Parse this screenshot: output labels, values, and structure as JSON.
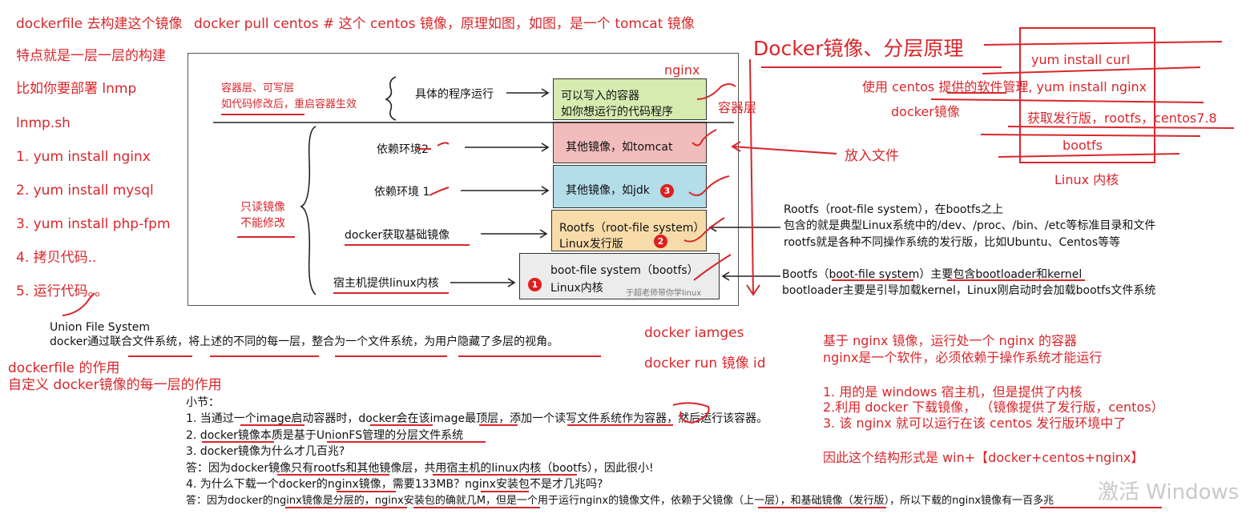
{
  "left_notes": {
    "line1": "dockerfile 去构建这个镜像",
    "line2": "特点就是一层一层的构建",
    "line3": "比如你要部署 lnmp",
    "line4": "lnmp.sh",
    "steps": [
      "1.  yum install nginx",
      "2. yum install mysql",
      "3. yum install php-fpm",
      "4.  拷贝代码..",
      "5. 运行代码。。"
    ]
  },
  "top_header": "docker pull centos   # 这个 centos 镜像，原理如图，如图，是一个 tomcat 镜像",
  "diagram": {
    "left_labels": {
      "container_layer": "容器层、可写层",
      "container_note": "如代码修改后，重启容器生效",
      "readonly_line1": "只读镜像",
      "readonly_line2": "不能修改"
    },
    "mid_labels": [
      "具体的程序运行",
      "依赖环境2",
      "依赖环境 1",
      "docker获取基础镜像",
      "宿主机提供linux内核"
    ],
    "layers": [
      {
        "line1": "可以写入的容器",
        "line2": "如你想运行的代码程序",
        "color": "#d6ebb0"
      },
      {
        "line1": "其他镜像，如tomcat",
        "line2": "",
        "color": "#f2bcbc"
      },
      {
        "line1": "其他镜像，如jdk",
        "line2": "",
        "color": "#b3dde8"
      },
      {
        "line1": "Rootfs（root-file system）",
        "line2": "Linux发行版",
        "color": "#f7dcaa"
      },
      {
        "line1": "boot-file system（bootfs）",
        "line2": "Linux内核",
        "color": "#ececec"
      }
    ],
    "badges": [
      "1",
      "2",
      "3"
    ],
    "nginx_label": "nginx",
    "container_layer_label": "容器层",
    "put_file_label": "放入文件",
    "watermark_small": "于超老师带你学linux"
  },
  "right_top": {
    "title": "Docker镜像、分层原理",
    "yum_curl": "yum install curl",
    "centos_nginx": "使用 centos 提供的软件管理, yum install nginx",
    "docker_image": "docker镜像",
    "get_release": "获取发行版，rootfs，centos7.8",
    "bootfs": "bootfs",
    "linux_kernel": "Linux 内核"
  },
  "rootfs_desc": [
    "Rootfs（root-file system），在bootfs之上",
    "包含的就是典型Linux系统中的/dev、/proc、/bin、/etc等标准目录和文件",
    "rootfs就是各种不同操作系统的发行版，比如Ubuntu、Centos等等"
  ],
  "bootfs_desc": [
    "Bootfs（boot-file system）主要包含bootloader和kernel",
    "bootloader主要是引导加载kernel，Linux刚启动时会加载bootfs文件系统"
  ],
  "union_fs": {
    "title": "Union File System",
    "desc": "docker通过联合文件系统，将上述的不同的每一层，整合为一个文件系统，为用户隐藏了多层的视角。"
  },
  "dockerfile_role": {
    "line1": "dockerfile 的作用",
    "line2": "自定义 docker镜像的每一层的作用"
  },
  "commands": {
    "images": "docker iamges",
    "run": "docker  run  镜像 id"
  },
  "nginx_explain": {
    "line1": "基于 nginx 镜像，运行处一个 nginx 的容器",
    "line2": "nginx是一个软件，必须依赖于操作系统才能运行",
    "point1": "1. 用的是 windows 宿主机，但是提供了内核",
    "point2": "2.利用 docker 下载镜像，  （镜像提供了发行版，centos）",
    "point3": "3. 该 nginx 就可以运行在该 centos 发行版环境中了",
    "conclusion": "因此这个结构形式是 win+【docker+centos+nginx】"
  },
  "summary": {
    "heading": "小节：",
    "lines": [
      "1.  当通过一个image启动容器时，docker会在该image最顶层，添加一个读写文件系统作为容器，然后运行该容器。",
      "2.  docker镜像本质是基于UnionFS管理的分层文件系统",
      "3.  docker镜像为什么才几百兆?",
      "     答：因为docker镜像只有rootfs和其他镜像层，共用宿主机的linux内核（bootfs），因此很小!",
      "4.  为什么下载一个docker的nginx镜像，需要133MB？nginx安装包不是才几兆吗?",
      "     答：因为docker的nginx镜像是分层的，nginx安装包的确就几M，但是一个用于运行nginx的镜像文件，依赖于父镜像（上一层），和基础镜像（发行版），所以下载的nginx镜像有一百多兆"
    ]
  },
  "watermark": "激活 Windows",
  "colors": {
    "accent_red": "#d8262b",
    "text": "#111111"
  }
}
